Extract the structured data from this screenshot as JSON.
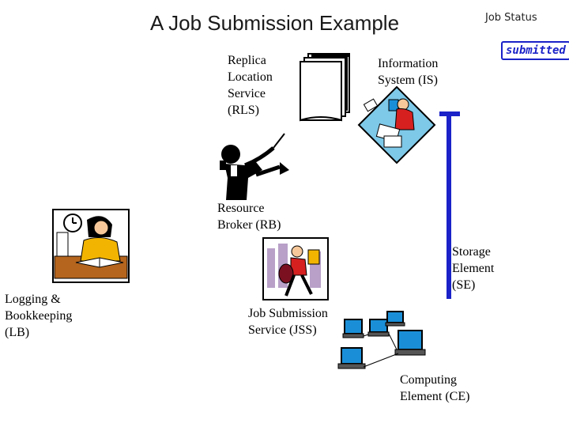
{
  "title": "A Job Submission Example",
  "job_status": {
    "label": "Job Status",
    "value": "submitted"
  },
  "components": {
    "rls": [
      "Replica",
      "Location",
      "Service",
      "(RLS)"
    ],
    "is": [
      "Information",
      "System (IS)"
    ],
    "rb": [
      "Resource",
      "Broker (RB)"
    ],
    "lb": [
      "Logging &",
      "Bookkeeping",
      "(LB)"
    ],
    "se": [
      "Storage",
      "Element",
      "(SE)"
    ],
    "jss": [
      "Job Submission",
      "Service (JSS)"
    ],
    "ce": [
      "Computing",
      "Element (CE)"
    ]
  },
  "colors": {
    "link": "#1a22c8",
    "accent_red": "#d62020",
    "accent_yellow": "#f2b400",
    "monitor_blue": "#1a8fd8"
  },
  "icons": [
    "documents-stack-icon",
    "office-worker-icon",
    "conductor-icon",
    "clerk-clock-icon",
    "running-courier-icon",
    "computer-cluster-icon"
  ]
}
